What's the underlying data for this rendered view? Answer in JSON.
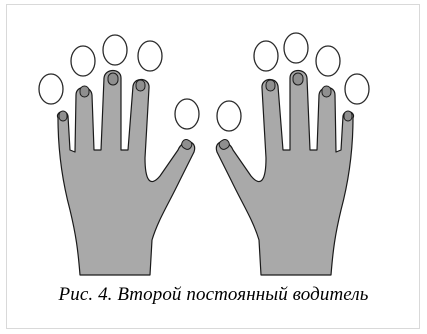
{
  "figure": {
    "caption": "Рис. 4. Второй постоянный водитель",
    "colors": {
      "hand_fill": "#a9a9a9",
      "hand_stroke": "#1a1a1a",
      "nail_fill": "#8f8f8f",
      "marker_fill": "#ffffff",
      "marker_stroke": "#2a2a2a",
      "frame_border": "#d9d9d9"
    },
    "elements": {
      "left_hand": "left-hand",
      "right_hand": "right-hand",
      "finger_markers": "oval-markers"
    }
  }
}
